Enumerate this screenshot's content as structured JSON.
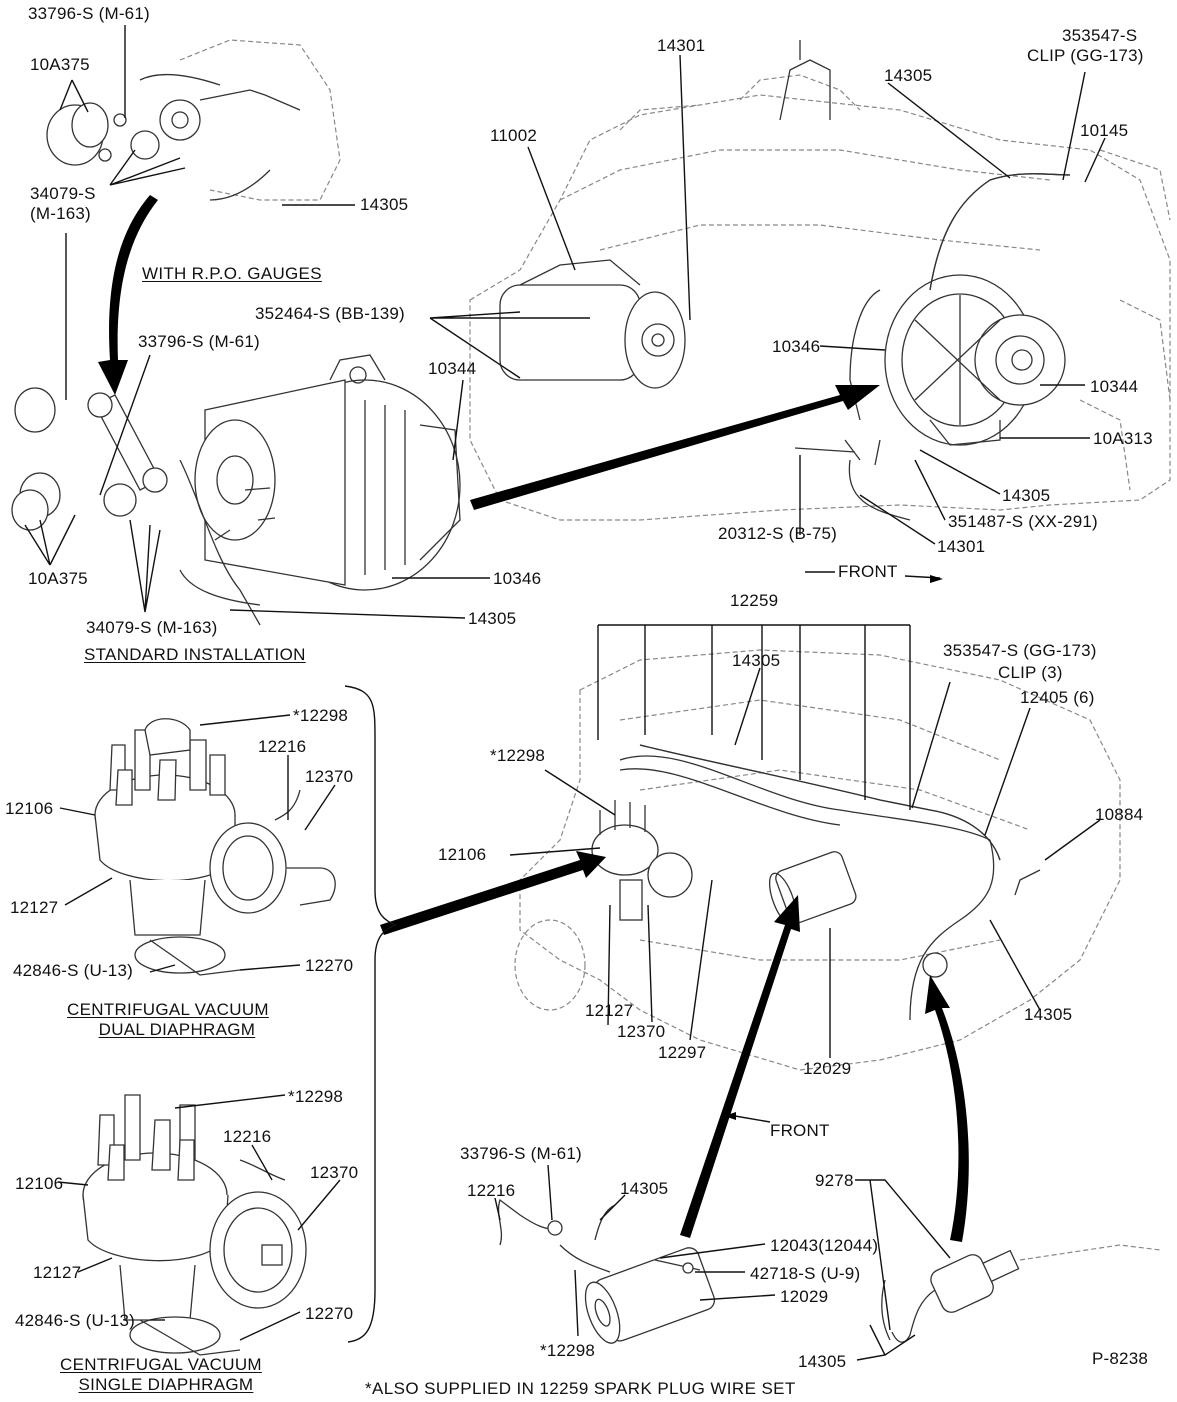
{
  "labels": {
    "alt_gauge_33796": "33796-S (M-61)",
    "alt_gauge_10a375": "10A375",
    "alt_gauge_34079": "34079-S",
    "alt_gauge_m163": "(M-163)",
    "alt_gauge_14305": "14305",
    "std_352464": "352464-S (BB-139)",
    "std_33796": "33796-S (M-61)",
    "std_10344": "10344",
    "std_10a375": "10A375",
    "std_10346": "10346",
    "std_34079": "34079-S (M-163)",
    "std_14305": "14305",
    "top_14301": "14301",
    "top_11002": "11002",
    "top_14305": "14305",
    "top_353547": "353547-S",
    "top_clip": "CLIP (GG-173)",
    "top_10145": "10145",
    "top_10346": "10346",
    "top_10344": "10344",
    "top_10a313": "10A313",
    "top_14305b": "14305",
    "top_351487": "351487-S (XX-291)",
    "top_20312": "20312-S (B-75)",
    "top_14301b": "14301",
    "top_front": "FRONT",
    "ign_12259": "12259",
    "ign_14305": "14305",
    "ign_353547": "353547-S  (GG-173)",
    "ign_clip3": "CLIP (3)",
    "ign_12405": "12405 (6)",
    "ign_12298": "*12298",
    "ign_10884": "10884",
    "ign_12106": "12106",
    "ign_14305b": "14305",
    "ign_12127": "12127",
    "ign_12370": "12370",
    "ign_12297": "12297",
    "ign_12029": "12029",
    "ign_front": "FRONT",
    "dual_12298": "*12298",
    "dual_12216": "12216",
    "dual_12370": "12370",
    "dual_12106": "12106",
    "dual_12127": "12127",
    "dual_42846": "42846-S (U-13)",
    "dual_12270": "12270",
    "single_12298": "*12298",
    "single_12216": "12216",
    "single_12370": "12370",
    "single_12106": "12106",
    "single_12127": "12127",
    "single_42846": "42846-S (U-13)",
    "single_12270": "12270",
    "coil_33796": "33796-S (M-61)",
    "coil_12216": "12216",
    "coil_14305": "14305",
    "coil_12043": "12043(12044)",
    "coil_42718": "42718-S (U-9)",
    "coil_12029": "12029",
    "coil_12298": "*12298",
    "sw_9278": "9278",
    "sw_14305": "14305"
  },
  "captions": {
    "with_rpo_gauges": "WITH R.P.O. GAUGES",
    "standard_installation": "STANDARD INSTALLATION",
    "dual_line1": "CENTRIFUGAL VACUUM",
    "dual_line2": "DUAL DIAPHRAGM",
    "single_line1": "CENTRIFUGAL VACUUM",
    "single_line2": "SINGLE DIAPHRAGM"
  },
  "footnote": "*ALSO SUPPLIED IN 12259 SPARK PLUG WIRE SET",
  "figure_id": "P-8238"
}
